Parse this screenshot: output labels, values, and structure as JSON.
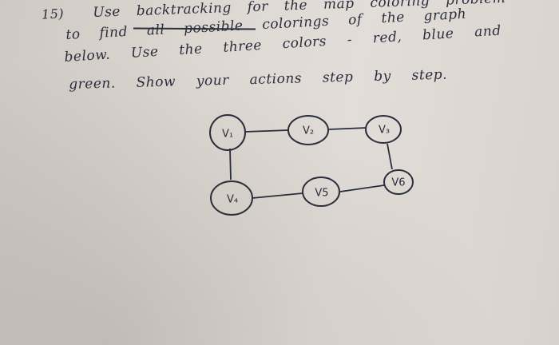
{
  "problem": {
    "number": "15)",
    "lines": [
      "Use backtracking for the map coloring problem",
      "to find all possible colorings of the graph",
      "below. Use the three colors - red, blue and",
      "green. Show your actions step by step."
    ]
  },
  "graph": {
    "nodes": [
      {
        "id": "v1",
        "label": "V₁"
      },
      {
        "id": "v2",
        "label": "V₂"
      },
      {
        "id": "v3",
        "label": "V₃"
      },
      {
        "id": "v4",
        "label": "V₄"
      },
      {
        "id": "v5",
        "label": "V5"
      },
      {
        "id": "v6",
        "label": "V6"
      }
    ],
    "edges": [
      [
        "v1",
        "v2"
      ],
      [
        "v2",
        "v3"
      ],
      [
        "v1",
        "v4"
      ],
      [
        "v4",
        "v5"
      ],
      [
        "v5",
        "v6"
      ],
      [
        "v3",
        "v6"
      ]
    ]
  },
  "colors": {
    "ink": "#2b2e3d",
    "paper": "#ddd8d2"
  }
}
